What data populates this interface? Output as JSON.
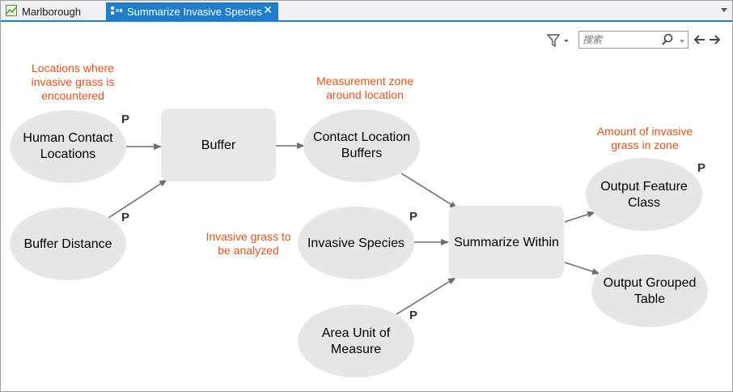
{
  "tabs": [
    {
      "label": "Marlborough",
      "active": false
    },
    {
      "label": "Summarize Invasive Species",
      "active": true,
      "close_glyph": "✕"
    }
  ],
  "toolbar": {
    "search_placeholder": "搜索",
    "filter_icon": "filter-icon",
    "back_icon": "arrow-left-icon",
    "forward_icon": "arrow-right-icon"
  },
  "colors": {
    "accent": "#1f7ecb",
    "ellipse": "#e6e6e6",
    "tool_box": "#e8e8e8",
    "annotation": "#e0521c",
    "connector": "#6e6e6e"
  },
  "nodes": {
    "human_contact": "Human Contact Locations",
    "buffer_distance": "Buffer Distance",
    "buffer": "Buffer",
    "contact_buffers": "Contact Location Buffers",
    "invasive_species": "Invasive Species",
    "area_unit": "Area Unit of Measure",
    "summarize_within": "Summarize Within",
    "output_feature": "Output Feature Class",
    "output_table": "Output Grouped Table"
  },
  "annotations": {
    "locations": "Locations where invasive grass is encountered",
    "zone": "Measurement zone around location",
    "invasive": "Invasive grass to be analyzed",
    "amount": "Amount of invasive grass in zone"
  },
  "parameter_marker": "P"
}
